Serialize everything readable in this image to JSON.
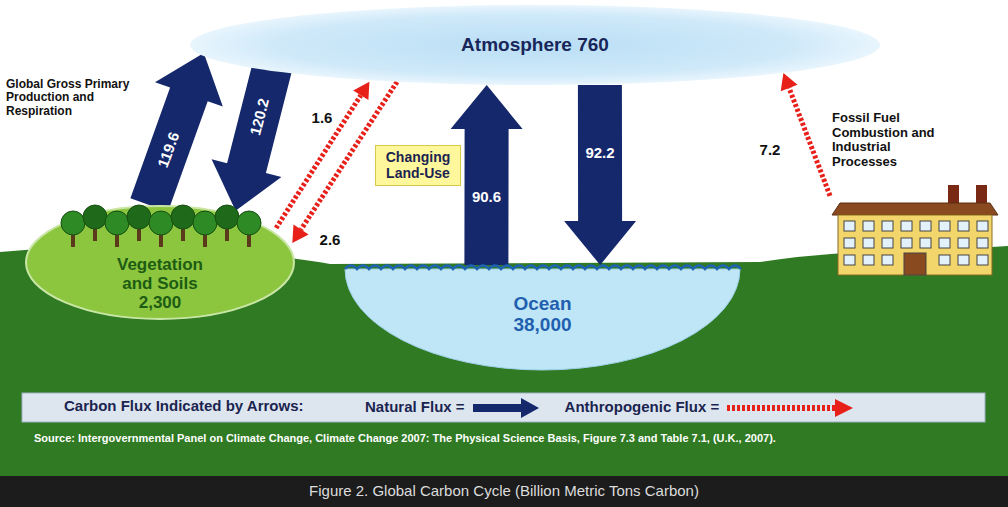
{
  "diagram": {
    "caption": "Figure 2. Global Carbon Cycle (Billion Metric Tons Carbon)",
    "nodes": [
      {
        "text": [
          "Atmosphere 760"
        ]
      },
      {
        "text": [
          "Vegetation and Soils",
          "2,300"
        ]
      },
      {
        "text": [
          "Changing Land-Use"
        ]
      },
      {
        "text": [
          "Ocean",
          "38,000"
        ]
      },
      {
        "text": [
          "Fossil Fuel Combustion and Industrial Processes"
        ]
      }
    ],
    "edges": [
      {
        "from": 1,
        "to": 0,
        "label": "119.6",
        "arrow": "to"
      },
      {
        "from": 0,
        "to": 1,
        "label": "120.2",
        "arrow": "to"
      },
      {
        "from": 1,
        "to": 0,
        "label": "1.6",
        "arrow": "to"
      },
      {
        "from": 0,
        "to": 1,
        "label": "2.6",
        "arrow": "to"
      },
      {
        "from": 3,
        "to": 0,
        "label": "90.6",
        "arrow": "to"
      },
      {
        "from": 0,
        "to": 3,
        "label": "92.2",
        "arrow": "to"
      },
      {
        "from": 4,
        "to": 0,
        "label": "7.2",
        "arrow": "to"
      }
    ],
    "labels": [
      "Global Gross Primary Production and Respiration",
      "Carbon Flux Indicated by Arrows:",
      "Source: Intergovernmental Panel on Climate Change, Climate Change 2007: The Physical Science Basis, Figure 7.3 and Table 7.1, (U.K., 2007)."
    ],
    "legend": [
      {
        "text": "Natural Flux ="
      },
      {
        "text": "Anthropogenic Flux ="
      }
    ]
  }
}
